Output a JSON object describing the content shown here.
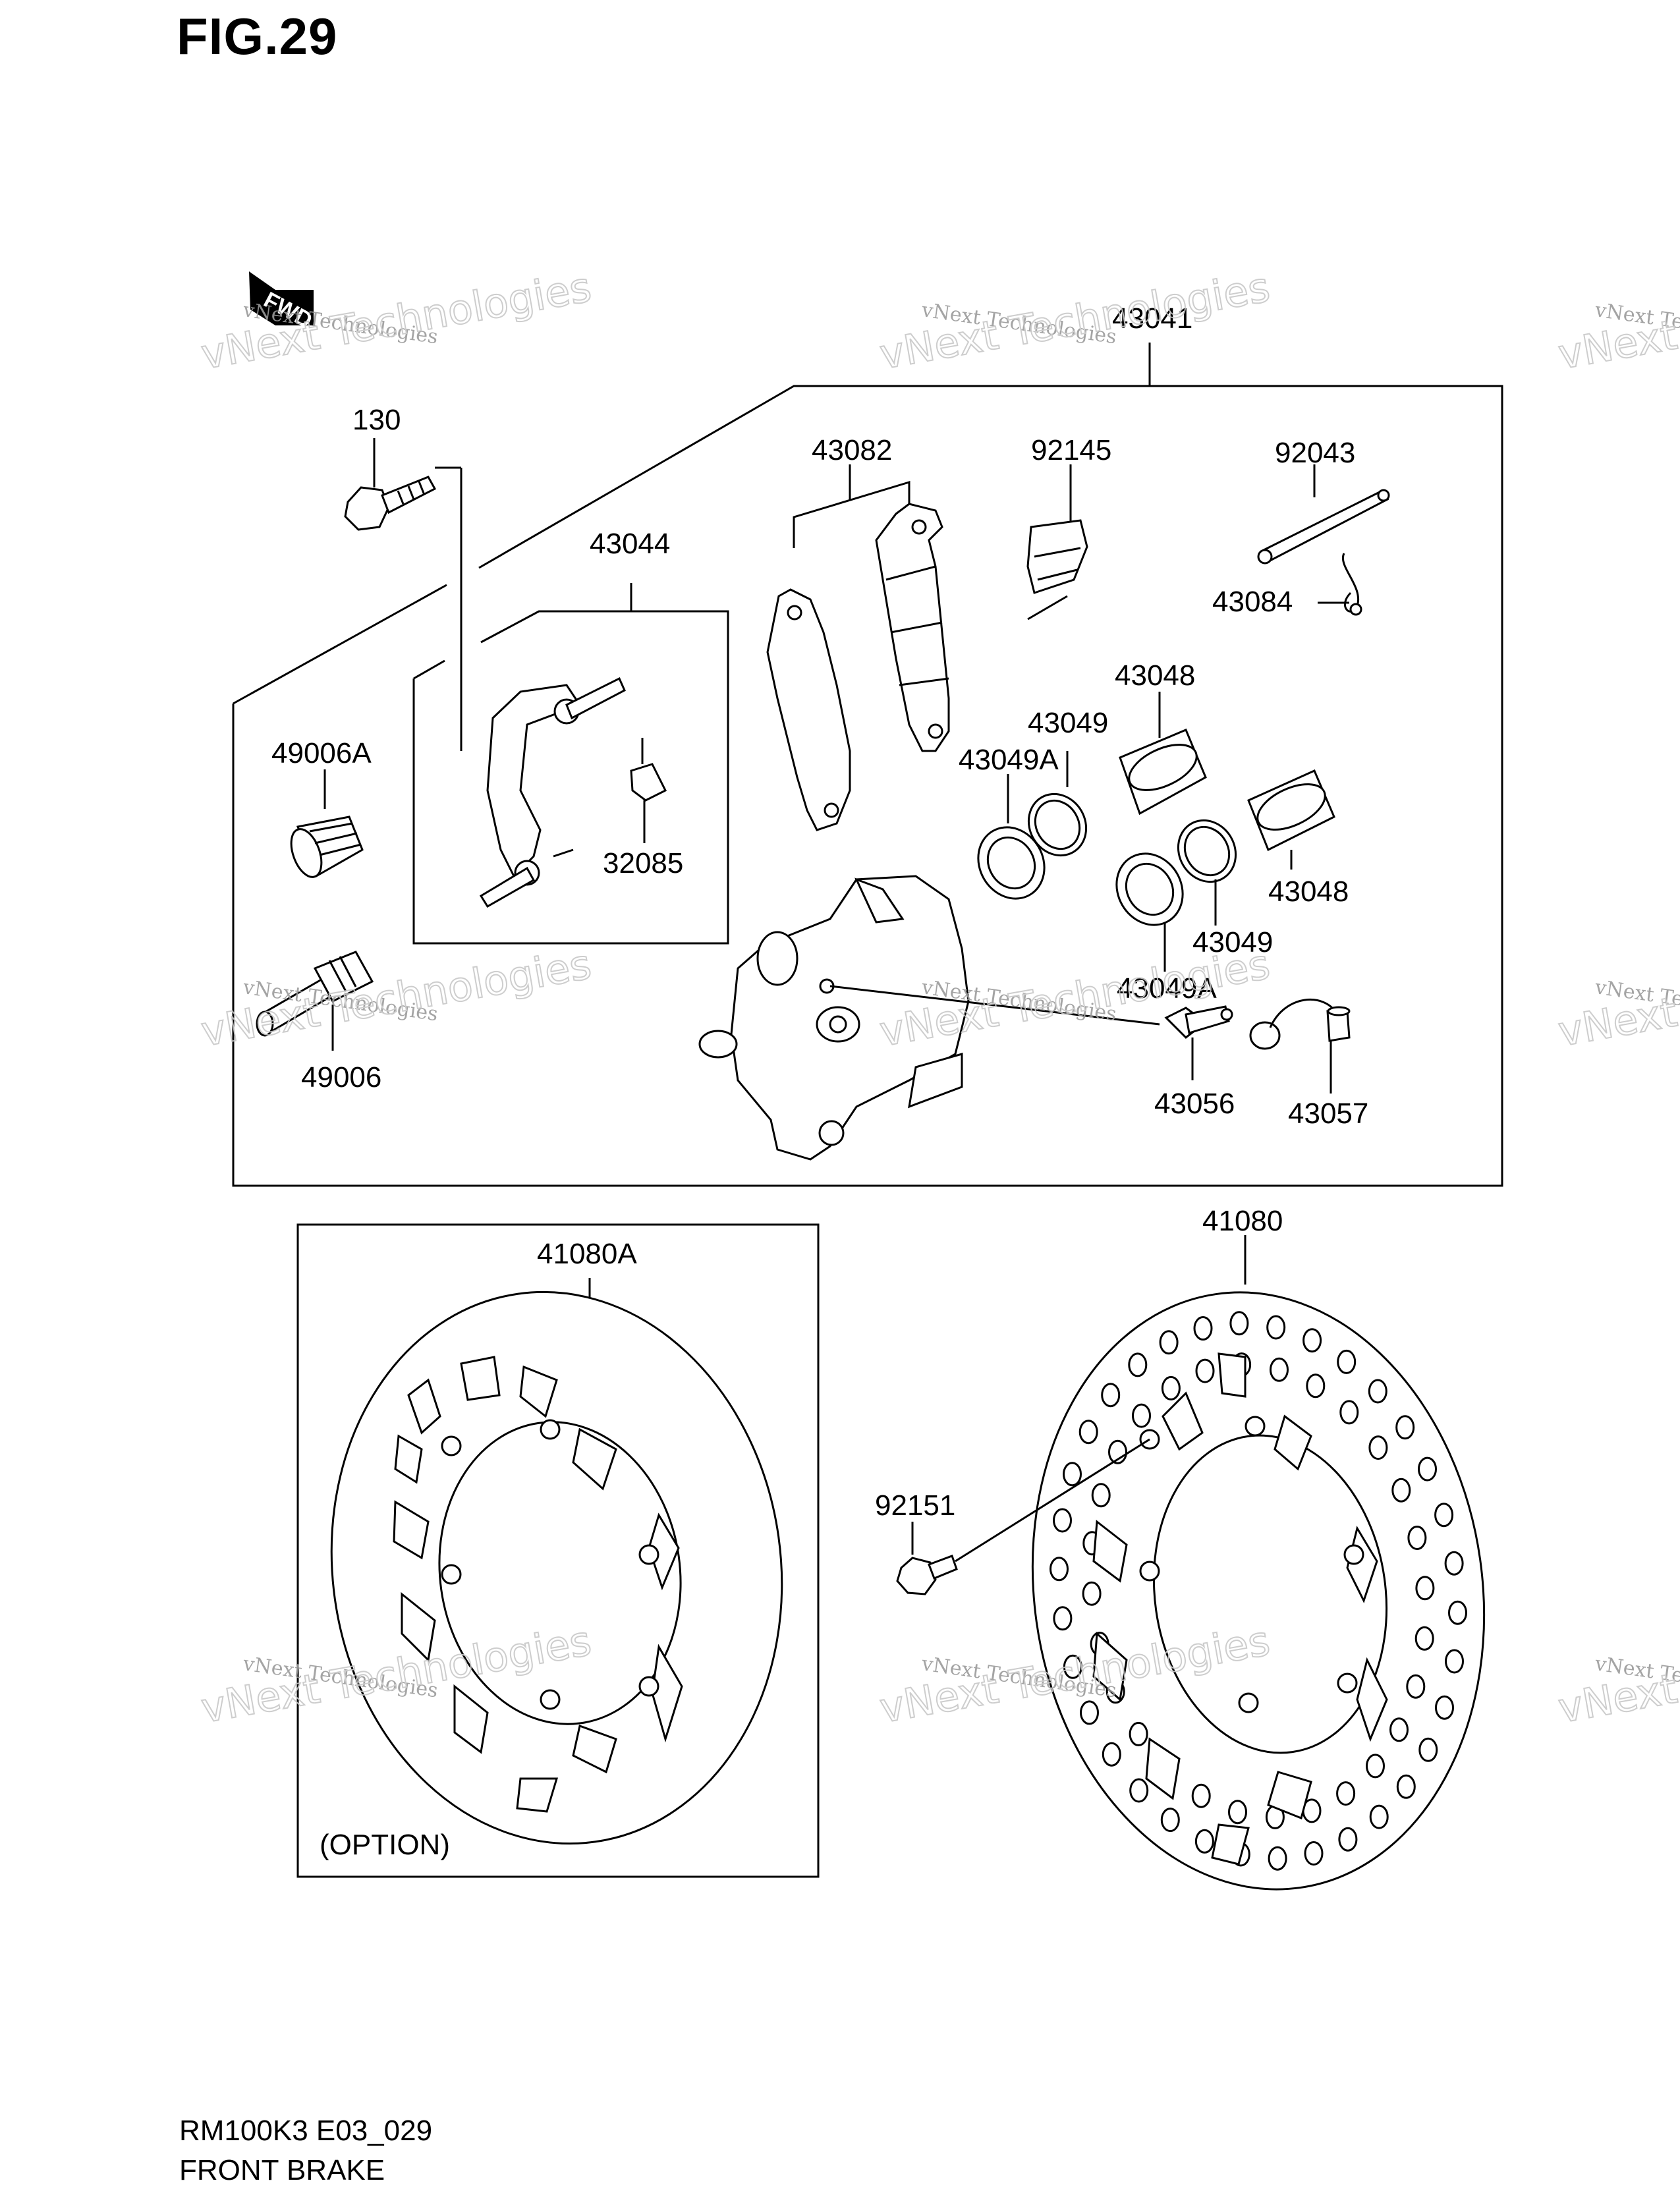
{
  "figure": {
    "title": "FIG.29"
  },
  "footer": {
    "model_code": "RM100K3 E03_029",
    "section_name": "FRONT BRAKE"
  },
  "orientation_badge": "FWD",
  "watermark": {
    "line1": "vNext Technologies",
    "line2": "vNext Technologies"
  },
  "option_note": "(OPTION)",
  "callouts": {
    "caliper_assy": "43041",
    "bolt": "130",
    "bracket_set": "43044",
    "pad_set": "43082",
    "pad_spring": "92145",
    "pad_pin": "92043",
    "pin_clip": "43084",
    "piston_upper": "43048",
    "piston_lower": "43048",
    "seal_dust_upper": "43049",
    "seal_piston_a_upper": "43049A",
    "seal_dust_lower": "43049",
    "seal_piston_a_lower": "43049A",
    "boot_a": "49006A",
    "boot": "49006",
    "spring_clip": "32085",
    "bleeder_valve": "43056",
    "bleeder_cap": "43057",
    "disc_option": "41080A",
    "disc": "41080",
    "disc_bolt": "92151"
  },
  "colors": {
    "line": "#000000",
    "fill": "#ffffff",
    "shade": "#cfcfcf"
  }
}
